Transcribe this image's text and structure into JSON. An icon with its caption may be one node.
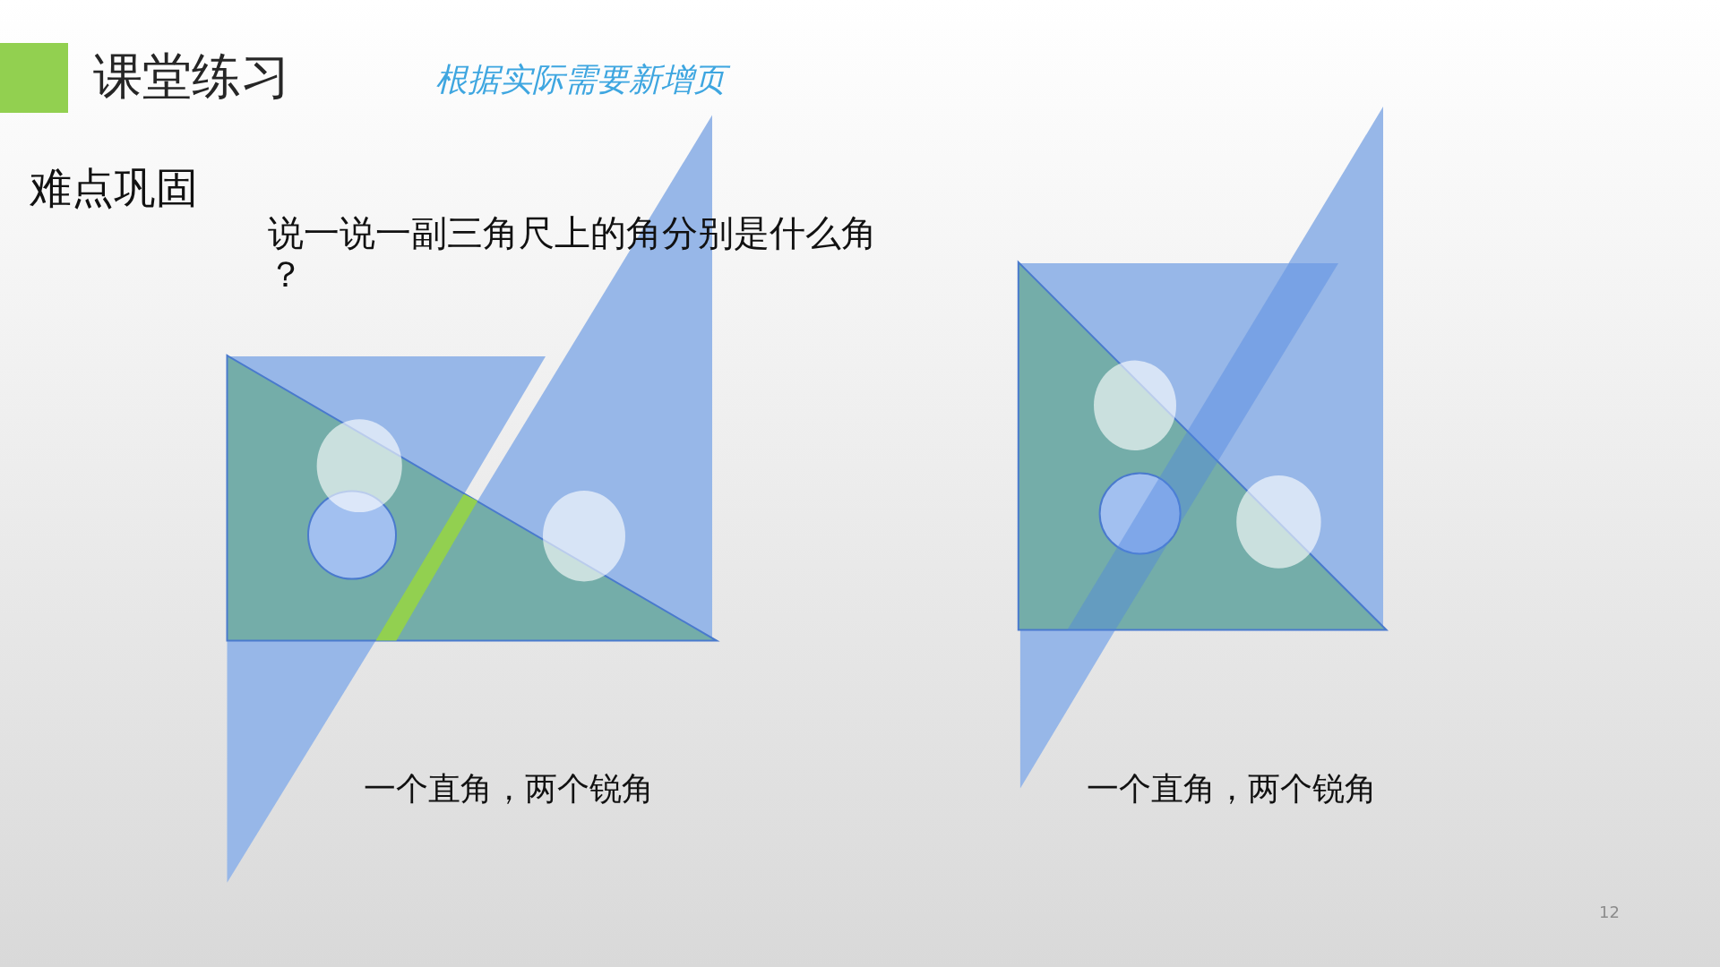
{
  "diagram": {
    "title": "课堂练习",
    "labels": [
      "根据实际需要新增页",
      "难点巩固",
      "说一说一副三角尺上的角分别是什么角？",
      "一个直角，两个锐角",
      "一个直角，两个锐角",
      "12"
    ]
  }
}
